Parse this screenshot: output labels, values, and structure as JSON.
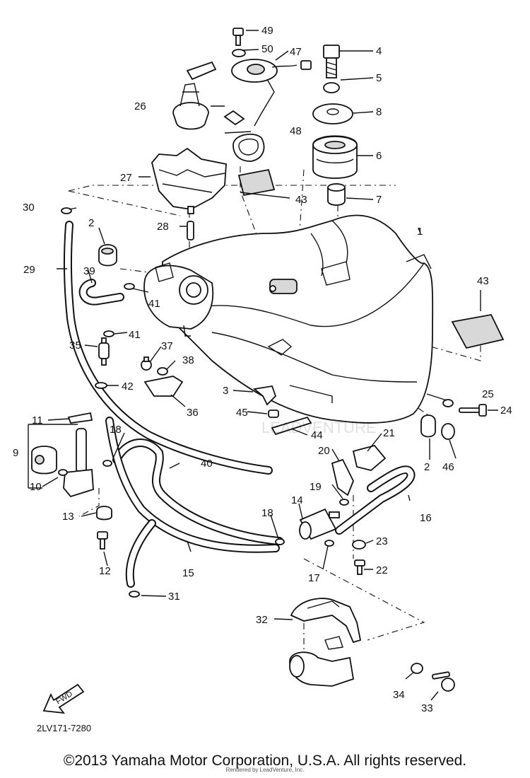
{
  "diagram": {
    "drawing_code": "2LV171-7280",
    "arrow_label": "FWD",
    "watermark": "LEADVENTURE",
    "callouts": [
      "1",
      "2",
      "2",
      "3",
      "4",
      "5",
      "6",
      "7",
      "8",
      "9",
      "10",
      "11",
      "12",
      "13",
      "14",
      "15",
      "16",
      "17",
      "18",
      "18",
      "19",
      "20",
      "21",
      "22",
      "23",
      "24",
      "25",
      "26",
      "27",
      "28",
      "29",
      "30",
      "31",
      "32",
      "33",
      "34",
      "35",
      "36",
      "37",
      "38",
      "39",
      "40",
      "41",
      "41",
      "42",
      "43",
      "43",
      "44",
      "45",
      "46",
      "47",
      "48",
      "49",
      "50"
    ]
  },
  "footer": {
    "copyright": "©2013 Yamaha Motor Corporation, U.S.A. All rights reserved.",
    "rendered_by": "Rendered by LeadVenture, Inc."
  }
}
